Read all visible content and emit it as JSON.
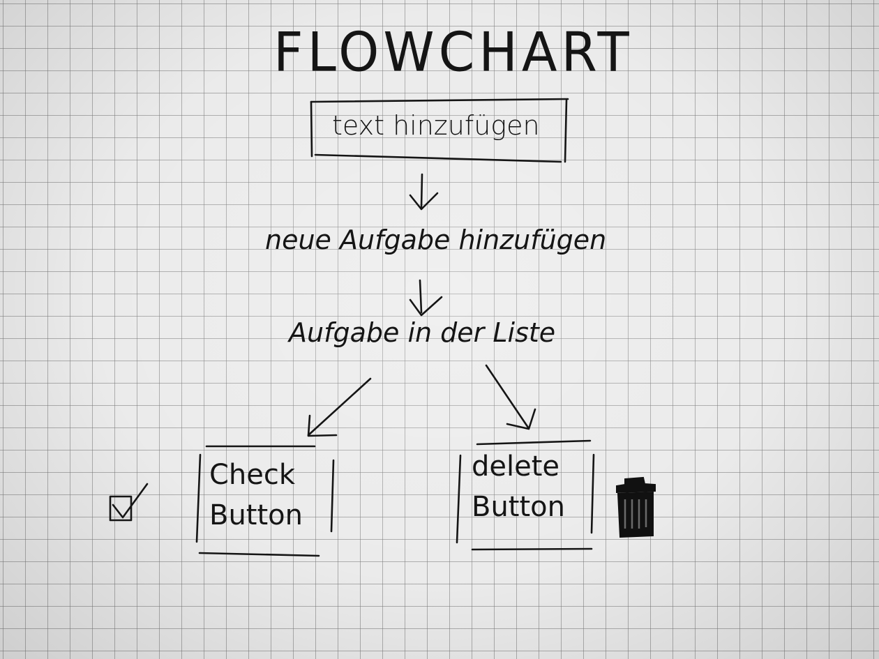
{
  "diagram": {
    "title": "FLOWCHART",
    "nodes": {
      "add_text": "text hinzufügen",
      "new_task": "neue Aufgabe hinzufügen",
      "task_in_list": "Aufgabe in der Liste"
    },
    "buttons": {
      "check": {
        "line1": "Check",
        "line2": "Button",
        "icon": "checkbox-icon"
      },
      "delete": {
        "line1": "delete",
        "line2": "Button",
        "icon": "trash-icon"
      }
    },
    "edges": [
      {
        "from": "add_text",
        "to": "new_task"
      },
      {
        "from": "new_task",
        "to": "task_in_list"
      },
      {
        "from": "task_in_list",
        "to": "check"
      },
      {
        "from": "task_in_list",
        "to": "delete"
      }
    ]
  }
}
